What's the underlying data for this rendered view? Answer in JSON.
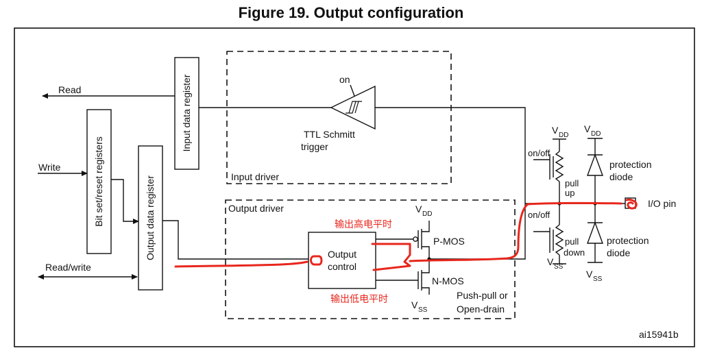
{
  "figure": {
    "title": "Figure 19. Output configuration",
    "id_label": "ai15941b"
  },
  "signals": {
    "read": "Read",
    "write": "Write",
    "read_write": "Read/write",
    "on": "on"
  },
  "registers": {
    "input_data": "Input data register",
    "bit_set_reset": "Bit set/reset registers",
    "output_data": "Output data register"
  },
  "input_driver": {
    "label": "Input driver",
    "schmitt_line1": "TTL Schmitt",
    "schmitt_line2": "trigger"
  },
  "output_driver": {
    "label": "Output driver",
    "control_line1": "Output",
    "control_line2": "control",
    "pmos": "P-MOS",
    "nmos": "N-MOS",
    "mode_line1": "Push-pull or",
    "mode_line2": "Open-drain"
  },
  "supply": {
    "v": "V",
    "dd": "DD",
    "ss": "SS"
  },
  "pull": {
    "on_off": "on/off",
    "pull": "pull",
    "up": "up",
    "down": "down"
  },
  "protection": {
    "line1": "protection",
    "line2": "diode"
  },
  "io_pin": "I/O pin",
  "annotations": {
    "high_level": "输出高电平时",
    "low_level": "输出低电平时"
  },
  "colors": {
    "line": "#111111",
    "annotation": "#e8261c"
  }
}
